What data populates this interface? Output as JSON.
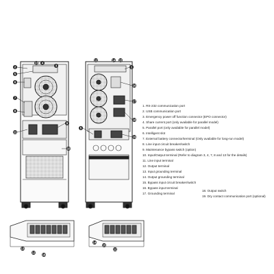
{
  "diagram": {
    "callouts": {
      "left_unit": [
        "2",
        "13",
        "4",
        "3",
        "5",
        "6",
        "7",
        "8",
        "9",
        "10",
        "11"
      ],
      "right_unit": [
        "12",
        "14",
        "15",
        "1",
        "16",
        "17",
        "5",
        "18",
        "19"
      ],
      "bottom_left": [
        "13",
        "12",
        "18"
      ],
      "bottom_right": [
        "14",
        "15",
        "12"
      ]
    },
    "legend": [
      "1. RS-232 communication port",
      "2. USB communication port",
      "3. Emergency power off function connector (EPO connector)",
      "4. Share current port (only available for parallel model)",
      "5. Parallel port (only available for parallel model)",
      "6. Intelligent slot",
      "7. External battery connector/terminal (Only available for long-run model)",
      "8. Line input circuit breaker/switch",
      "9. Maintenance bypass switch (option)",
      "10. Input/Output terminal (Refer to diagram 3, 4, 7, 8 and 13 for the details)",
      "11. Line input terminal",
      "12. Output terminal",
      "13. Input grounding terminal",
      "14. Output grounding terminal",
      "15. Bypass input circuit breaker/switch",
      "16. Bypass input terminal",
      "17. Grounding terminal"
    ],
    "legend_right": [
      "18. Output switch",
      "19. Dry contact communication port (optional)"
    ]
  }
}
